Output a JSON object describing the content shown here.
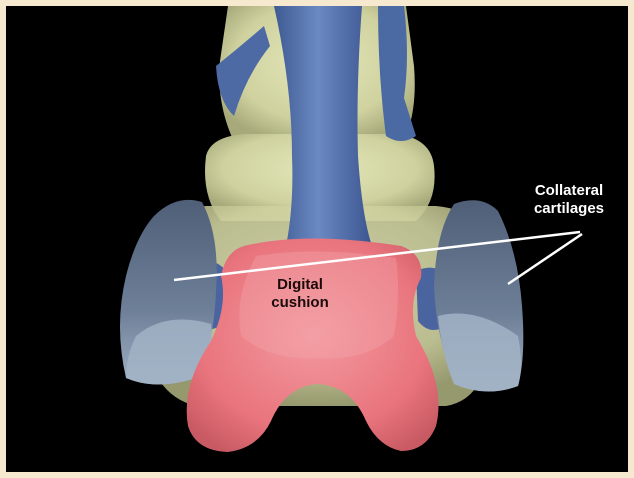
{
  "labels": {
    "digital_cushion_line1": "Digital",
    "digital_cushion_line2": "cushion",
    "collateral_cartilages_line1": "Collateral",
    "collateral_cartilages_line2": "cartilages"
  },
  "colors": {
    "background": "#000000",
    "border": "#f7e9cf",
    "bone": "#d9dcae",
    "tendon": "#5c7bb5",
    "cartilage": "#5d6d86",
    "cartilage_light": "#95a8bb",
    "digital_cushion": "#ec7f86",
    "label_text": "#ffffff"
  }
}
